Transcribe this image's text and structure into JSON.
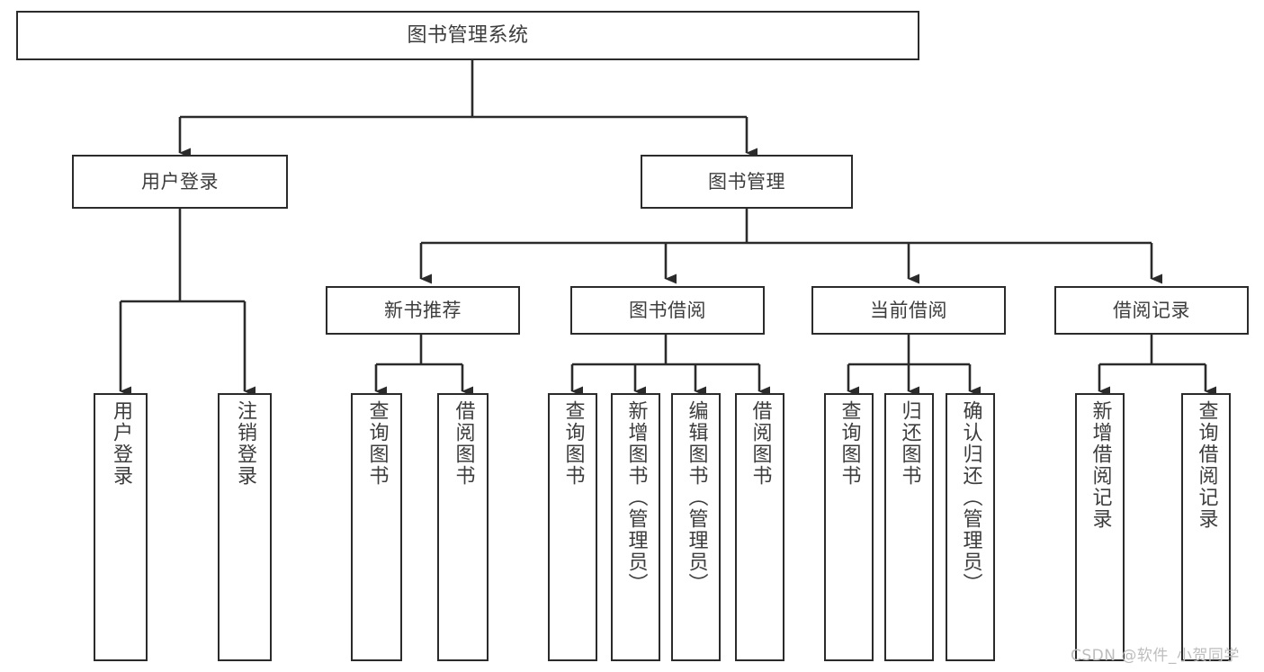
{
  "diagram": {
    "title": "图书管理系统",
    "root": {
      "label": "图书管理系统"
    },
    "level2": [
      {
        "label": "用户登录"
      },
      {
        "label": "图书管理"
      }
    ],
    "level3": [
      {
        "label": "新书推荐"
      },
      {
        "label": "图书借阅"
      },
      {
        "label": "当前借阅"
      },
      {
        "label": "借阅记录"
      }
    ],
    "leaves": {
      "user_login": [
        {
          "label": "用户登录"
        },
        {
          "label": "注销登录"
        }
      ],
      "new_book_recommend": [
        {
          "label": "查询图书"
        },
        {
          "label": "借阅图书"
        }
      ],
      "book_borrow": [
        {
          "label": "查询图书"
        },
        {
          "label": "新增图书（管理员）"
        },
        {
          "label": "编辑图书（管理员）"
        },
        {
          "label": "借阅图书"
        }
      ],
      "current_borrow": [
        {
          "label": "查询图书"
        },
        {
          "label": "归还图书"
        },
        {
          "label": "确认归还（管理员）"
        }
      ],
      "borrow_record": [
        {
          "label": "新增借阅记录"
        },
        {
          "label": "查询借阅记录"
        }
      ]
    }
  },
  "watermark": {
    "text": "CSDN @软件_小贺同学"
  },
  "colors": {
    "box_border": "#2b2b2b",
    "box_fill": "#ffffff",
    "text": "#3d3d3d",
    "connector": "#2b2b2b",
    "watermark": "#bdbdbd",
    "background": "#ffffff"
  }
}
